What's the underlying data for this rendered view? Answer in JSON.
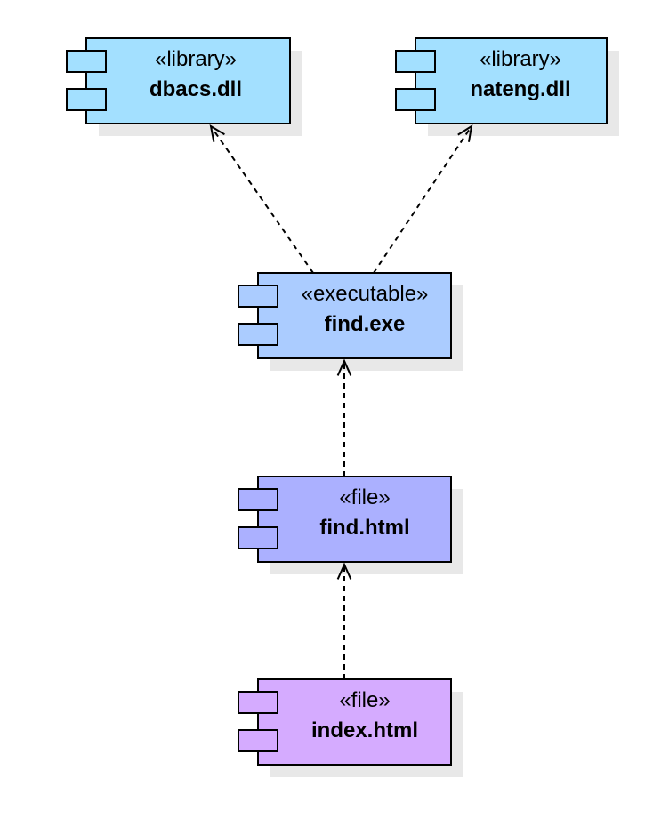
{
  "components": [
    {
      "id": "dbacs",
      "stereotype": "«library»",
      "name": "dbacs.dll",
      "icon": "component-icon",
      "fill": "#a3e0ff"
    },
    {
      "id": "nateng",
      "stereotype": "«library»",
      "name": "nateng.dll",
      "icon": "component-icon",
      "fill": "#a3e0ff"
    },
    {
      "id": "find_exe",
      "stereotype": "«executable»",
      "name": "find.exe",
      "icon": "component-icon",
      "fill": "#abccff"
    },
    {
      "id": "find_html",
      "stereotype": "«file»",
      "name": "find.html",
      "icon": "component-icon",
      "fill": "#abb0ff"
    },
    {
      "id": "index_html",
      "stereotype": "«file»",
      "name": "index.html",
      "icon": "component-icon",
      "fill": "#d5abff"
    }
  ],
  "dependencies": [
    {
      "from": "find_exe",
      "to": "dbacs",
      "style": "dashed-open-arrow"
    },
    {
      "from": "find_exe",
      "to": "nateng",
      "style": "dashed-open-arrow"
    },
    {
      "from": "find_html",
      "to": "find_exe",
      "style": "dashed-open-arrow"
    },
    {
      "from": "index_html",
      "to": "find_html",
      "style": "dashed-open-arrow"
    }
  ],
  "colors": {
    "stroke": "#000000",
    "shadow": "#e8e8e8"
  }
}
